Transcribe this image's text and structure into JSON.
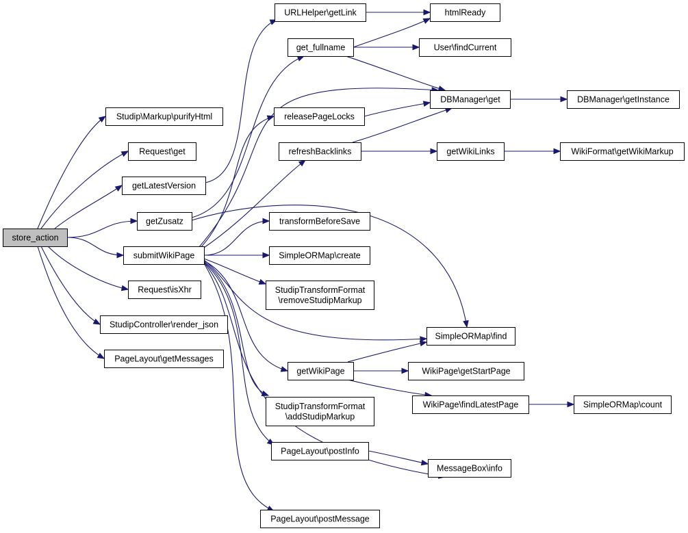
{
  "nodes": [
    {
      "id": "store_action",
      "lines": [
        "store_action"
      ],
      "root": true
    },
    {
      "id": "purifyHtml",
      "lines": [
        "Studip\\Markup\\purifyHtml"
      ]
    },
    {
      "id": "request_get",
      "lines": [
        "Request\\get"
      ]
    },
    {
      "id": "getLatestVersion",
      "lines": [
        "getLatestVersion"
      ]
    },
    {
      "id": "getZusatz",
      "lines": [
        "getZusatz"
      ]
    },
    {
      "id": "submitWikiPage",
      "lines": [
        "submitWikiPage"
      ]
    },
    {
      "id": "isXhr",
      "lines": [
        "Request\\isXhr"
      ]
    },
    {
      "id": "render_json",
      "lines": [
        "StudipController\\render_json"
      ]
    },
    {
      "id": "getMessages",
      "lines": [
        "PageLayout\\getMessages"
      ]
    },
    {
      "id": "getLink",
      "lines": [
        "URLHelper\\getLink"
      ]
    },
    {
      "id": "get_fullname",
      "lines": [
        "get_fullname"
      ]
    },
    {
      "id": "releasePageLocks",
      "lines": [
        "releasePageLocks"
      ]
    },
    {
      "id": "refreshBacklinks",
      "lines": [
        "refreshBacklinks"
      ]
    },
    {
      "id": "transformBeforeSave",
      "lines": [
        "transformBeforeSave"
      ]
    },
    {
      "id": "sorm_create",
      "lines": [
        "SimpleORMap\\create"
      ]
    },
    {
      "id": "removeStudipMarkup",
      "lines": [
        "StudipTransformFormat",
        "\\removeStudipMarkup"
      ]
    },
    {
      "id": "getWikiPage",
      "lines": [
        "getWikiPage"
      ]
    },
    {
      "id": "addStudipMarkup",
      "lines": [
        "StudipTransformFormat",
        "\\addStudipMarkup"
      ]
    },
    {
      "id": "postInfo",
      "lines": [
        "PageLayout\\postInfo"
      ]
    },
    {
      "id": "postMessage",
      "lines": [
        "PageLayout\\postMessage"
      ]
    },
    {
      "id": "htmlReady",
      "lines": [
        "htmlReady"
      ]
    },
    {
      "id": "findCurrent",
      "lines": [
        "User\\findCurrent"
      ]
    },
    {
      "id": "db_get",
      "lines": [
        "DBManager\\get"
      ]
    },
    {
      "id": "getWikiLinks",
      "lines": [
        "getWikiLinks"
      ]
    },
    {
      "id": "sorm_find",
      "lines": [
        "SimpleORMap\\find"
      ]
    },
    {
      "id": "getStartPage",
      "lines": [
        "WikiPage\\getStartPage"
      ]
    },
    {
      "id": "findLatestPage",
      "lines": [
        "WikiPage\\findLatestPage"
      ]
    },
    {
      "id": "messagebox_info",
      "lines": [
        "MessageBox\\info"
      ]
    },
    {
      "id": "getInstance",
      "lines": [
        "DBManager\\getInstance"
      ]
    },
    {
      "id": "getWikiMarkup",
      "lines": [
        "WikiFormat\\getWikiMarkup"
      ]
    },
    {
      "id": "sorm_count",
      "lines": [
        "SimpleORMap\\count"
      ]
    }
  ],
  "edges": [
    [
      "store_action",
      "purifyHtml"
    ],
    [
      "store_action",
      "request_get"
    ],
    [
      "store_action",
      "getLatestVersion"
    ],
    [
      "store_action",
      "getZusatz"
    ],
    [
      "store_action",
      "submitWikiPage"
    ],
    [
      "store_action",
      "isXhr"
    ],
    [
      "store_action",
      "render_json"
    ],
    [
      "store_action",
      "getMessages"
    ],
    [
      "getLatestVersion",
      "getLink"
    ],
    [
      "getZusatz",
      "get_fullname"
    ],
    [
      "getZusatz",
      "sorm_find"
    ],
    [
      "submitWikiPage",
      "db_get"
    ],
    [
      "submitWikiPage",
      "releasePageLocks"
    ],
    [
      "submitWikiPage",
      "refreshBacklinks"
    ],
    [
      "submitWikiPage",
      "transformBeforeSave"
    ],
    [
      "submitWikiPage",
      "sorm_create"
    ],
    [
      "submitWikiPage",
      "removeStudipMarkup"
    ],
    [
      "submitWikiPage",
      "sorm_find"
    ],
    [
      "submitWikiPage",
      "getWikiPage"
    ],
    [
      "submitWikiPage",
      "addStudipMarkup"
    ],
    [
      "submitWikiPage",
      "postInfo"
    ],
    [
      "submitWikiPage",
      "messagebox_info"
    ],
    [
      "submitWikiPage",
      "postMessage"
    ],
    [
      "getLink",
      "htmlReady"
    ],
    [
      "get_fullname",
      "htmlReady"
    ],
    [
      "get_fullname",
      "findCurrent"
    ],
    [
      "get_fullname",
      "db_get"
    ],
    [
      "releasePageLocks",
      "db_get"
    ],
    [
      "refreshBacklinks",
      "db_get"
    ],
    [
      "refreshBacklinks",
      "getWikiLinks"
    ],
    [
      "db_get",
      "getInstance"
    ],
    [
      "getWikiLinks",
      "getWikiMarkup"
    ],
    [
      "getWikiPage",
      "sorm_find"
    ],
    [
      "getWikiPage",
      "getStartPage"
    ],
    [
      "getWikiPage",
      "findLatestPage"
    ],
    [
      "findLatestPage",
      "sorm_count"
    ],
    [
      "postInfo",
      "messagebox_info"
    ]
  ]
}
